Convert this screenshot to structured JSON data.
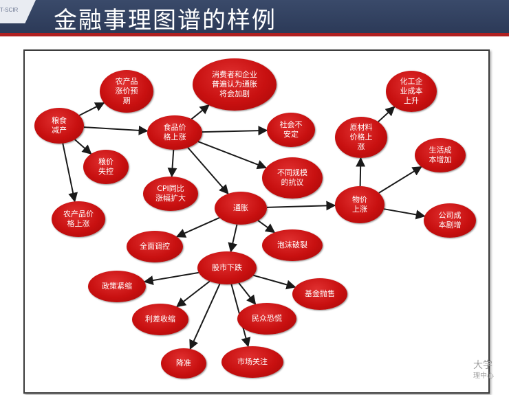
{
  "slide": {
    "title": "金融事理图谱的样例",
    "corner_tag": "T-SCIR",
    "watermark_top": "大学",
    "watermark_bottom": "理中心"
  },
  "colors": {
    "node": "#c81010",
    "edge": "#1a1a1a",
    "header": "#2f3d5c",
    "accent_line": "#b02020"
  },
  "graph": {
    "nodes": {
      "grain_cut": "粮食\n减产",
      "farm_price_expect": "农产品\n涨价预\n期",
      "grain_price_loss": "粮价\n失控",
      "farm_price_up": "农产品价\n格上涨",
      "food_price_up": "食品价\n格上涨",
      "consensus": "消费者和企业\n普遍认为通胀\n将会加剧",
      "social_unrest": "社会不\n安定",
      "protests": "不同规模\n的抗议",
      "cpi_rise": "CPI同比\n涨幅扩大",
      "inflation": "通胀",
      "macro_control": "全面调控",
      "bubble_burst": "泡沫破裂",
      "stock_fall": "股市下跌",
      "policy_tight": "政策紧缩",
      "fund_sell": "基金抛售",
      "spread_narrow": "利差收缩",
      "panic": "民众恐慌",
      "rate_cut": "降准",
      "market_focus": "市场关注",
      "price_up": "物价\n上涨",
      "raw_material_up": "原材料\n价格上\n涨",
      "chem_cost": "化工企\n业成本\n上升",
      "living_cost": "生活成\n本增加",
      "company_cost": "公司成\n本剧增"
    },
    "edges": [
      [
        "grain_cut",
        "farm_price_expect"
      ],
      [
        "grain_cut",
        "food_price_up"
      ],
      [
        "grain_cut",
        "grain_price_loss"
      ],
      [
        "grain_cut",
        "farm_price_up"
      ],
      [
        "food_price_up",
        "consensus"
      ],
      [
        "food_price_up",
        "social_unrest"
      ],
      [
        "food_price_up",
        "protests"
      ],
      [
        "food_price_up",
        "cpi_rise"
      ],
      [
        "food_price_up",
        "inflation"
      ],
      [
        "inflation",
        "macro_control"
      ],
      [
        "inflation",
        "bubble_burst"
      ],
      [
        "inflation",
        "stock_fall"
      ],
      [
        "inflation",
        "price_up"
      ],
      [
        "stock_fall",
        "policy_tight"
      ],
      [
        "stock_fall",
        "fund_sell"
      ],
      [
        "stock_fall",
        "spread_narrow"
      ],
      [
        "stock_fall",
        "panic"
      ],
      [
        "stock_fall",
        "rate_cut"
      ],
      [
        "stock_fall",
        "market_focus"
      ],
      [
        "price_up",
        "raw_material_up"
      ],
      [
        "raw_material_up",
        "chem_cost"
      ],
      [
        "price_up",
        "living_cost"
      ],
      [
        "price_up",
        "company_cost"
      ]
    ]
  }
}
